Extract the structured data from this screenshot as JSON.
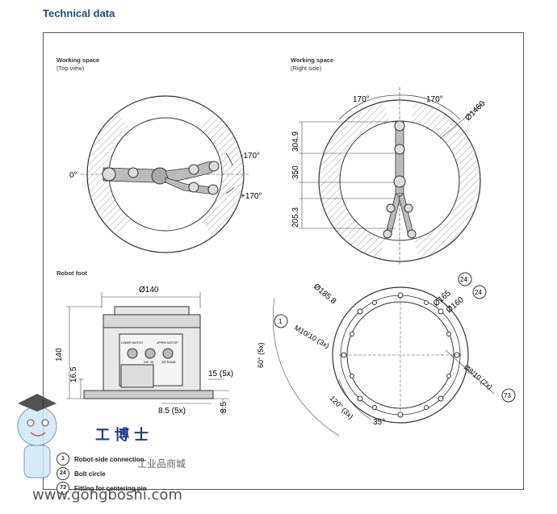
{
  "page_title": "Technical data",
  "panels": {
    "top_view": {
      "title": "Working space",
      "subtitle": "(Top view)",
      "angle_zero": "0°",
      "angle_neg": "-170°",
      "angle_pos": "+170°"
    },
    "right_side": {
      "title": "Working space",
      "subtitle": "(Right side)",
      "angle_left": "170°",
      "angle_right": "170°",
      "diameter": "Ø1460",
      "dim_1": "304.9",
      "dim_2": "350",
      "dim_3": "205.3"
    },
    "robot_foot": {
      "title": "Robot foot",
      "diameter": "Ø140",
      "height": "140",
      "dim_16_5": "16.5",
      "dim_15": "15 (5x)",
      "dim_8_5a": "8.5 (5x)",
      "dim_8_5b": "8.5",
      "connector_labels": [
        "LOWER MOTOR",
        "UPPER MOTOR",
        "24V +M",
        "IDE RS485"
      ]
    },
    "bolt_pattern": {
      "d185": "Ø185.8",
      "d165": "Ø165",
      "d160": "Ø160",
      "m10": "M10/10 (3x)",
      "angle60": "60° (5x)",
      "angle120": "120° (3x)",
      "angle35": "35°",
      "d8": "Ø8/10 (2x)",
      "ref_1": "1",
      "ref_24a": "24",
      "ref_24b": "24",
      "ref_73": "73"
    }
  },
  "legend": [
    {
      "num": "1",
      "text": "Robot-side connection"
    },
    {
      "num": "24",
      "text": "Bolt circle"
    },
    {
      "num": "73",
      "text": "Fitting for centering pin"
    }
  ],
  "watermark": {
    "cn": "工博士",
    "cn2": "工业品商城",
    "url": "www.gongboshi.com"
  }
}
